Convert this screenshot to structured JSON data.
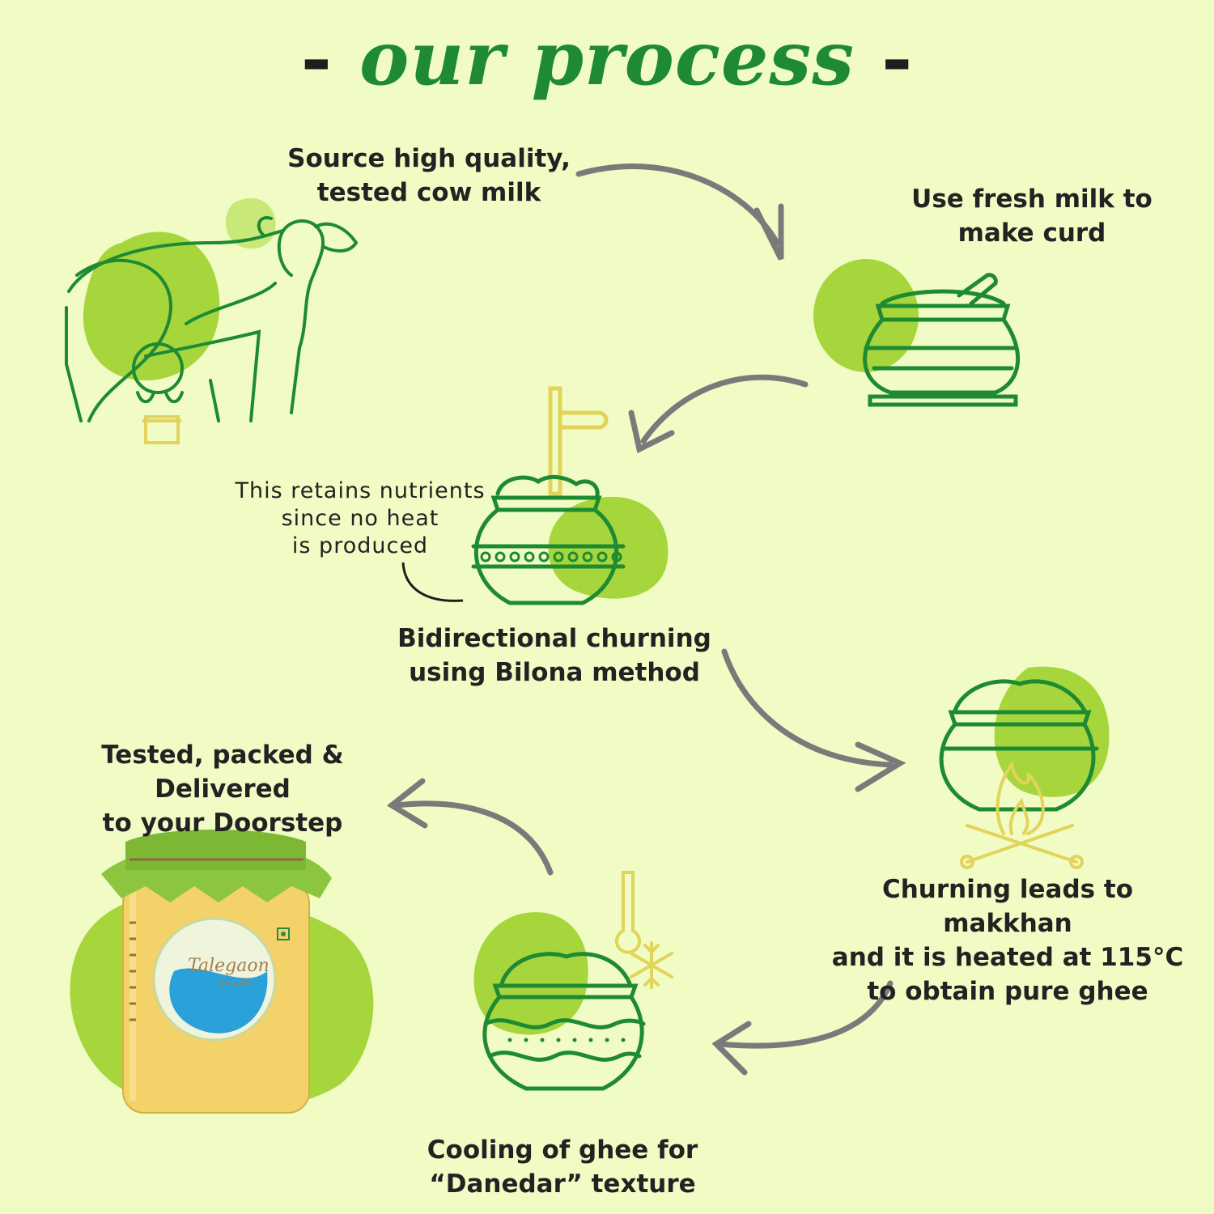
{
  "title": {
    "dash_left": "-",
    "text": "our process",
    "dash_right": "-"
  },
  "steps": [
    {
      "id": "source",
      "line1": "Source high quality,",
      "line2": "tested cow milk"
    },
    {
      "id": "curd",
      "line1": "Use fresh milk to",
      "line2": "make curd"
    },
    {
      "id": "churn",
      "line1": "Bidirectional churning",
      "line2": "using Bilona method"
    },
    {
      "id": "heat",
      "line1": "Churning leads to makkhan",
      "line2": "and it is heated at 115°C",
      "line3": "to obtain pure ghee"
    },
    {
      "id": "cool",
      "line1": "Cooling of ghee for",
      "line2": "“Danedar” texture"
    },
    {
      "id": "deliver",
      "line1": "Tested, packed & Delivered",
      "line2": "to your Doorstep"
    }
  ],
  "note": {
    "line1": "This retains nutrients",
    "line2": "since no heat",
    "line3": "is produced"
  },
  "jar": {
    "brand": "Talegaon",
    "sub": "Shuddh"
  },
  "colors": {
    "background": "#f0fcc4",
    "line_green": "#1e8a32",
    "blob_green": "#a6d63c",
    "yellow": "#e2d35a",
    "arrow_gray": "#7a7a7a"
  },
  "icons": [
    "cow-icon",
    "curd-pot-icon",
    "churning-pot-icon",
    "heating-pot-icon",
    "cooling-pot-icon",
    "ghee-jar-icon"
  ]
}
